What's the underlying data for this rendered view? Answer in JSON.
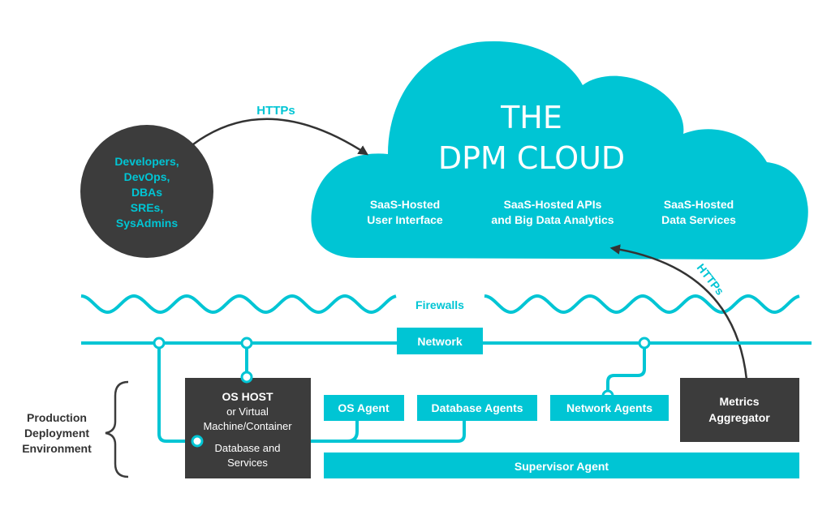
{
  "colors": {
    "teal": "#00c5d4",
    "dark": "#3c3c3c",
    "white": "#ffffff",
    "arrow": "#333333",
    "label_dark": "#333333"
  },
  "users": {
    "lines": [
      "Developers,",
      "DevOps,",
      "DBAs",
      "SREs,",
      "SysAdmins"
    ]
  },
  "https_top": "HTTPs",
  "https_right": "HTTPs",
  "cloud": {
    "title_line1": "THE",
    "title_line2": "DPM CLOUD",
    "services": [
      {
        "line1": "SaaS-Hosted",
        "line2": "User Interface"
      },
      {
        "line1": "SaaS-Hosted APIs",
        "line2": "and Big Data Analytics"
      },
      {
        "line1": "SaaS-Hosted",
        "line2": "Data Services"
      }
    ]
  },
  "firewalls_label": "Firewalls",
  "network_label": "Network",
  "production": {
    "lines": [
      "Production",
      "Deployment",
      "Environment"
    ]
  },
  "os_host": {
    "title": "OS HOST",
    "line2": "or Virtual",
    "line3": "Machine/Container",
    "line4": "Database and",
    "line5": "Services"
  },
  "agents": {
    "os_agent": "OS Agent",
    "database_agents": "Database Agents",
    "network_agents": "Network Agents",
    "supervisor_agent": "Supervisor Agent"
  },
  "metrics_aggregator": {
    "line1": "Metrics",
    "line2": "Aggregator"
  }
}
